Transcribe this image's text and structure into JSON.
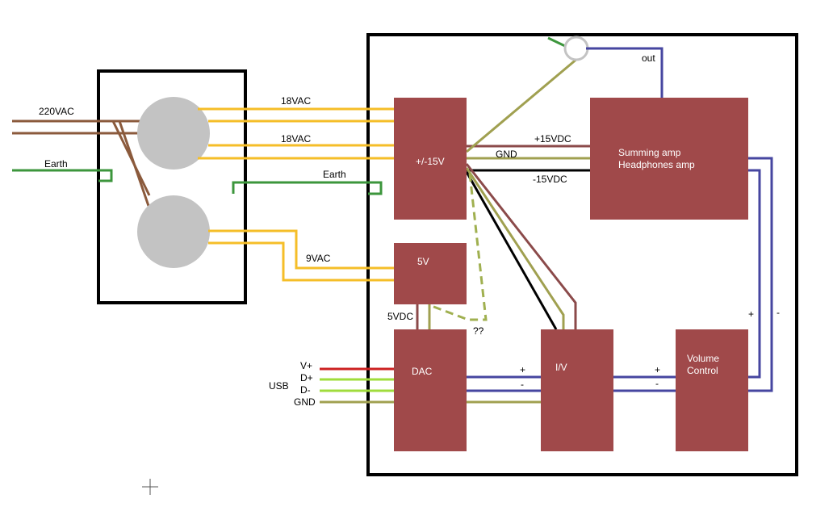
{
  "colors": {
    "background": "#ffffff",
    "block_fill": "#a0494a",
    "transformer_fill": "#c3c3c3",
    "ac_secondary_wire": "#f5be28",
    "mains_wire": "#8b5a3c",
    "earth_wire": "#3c963c",
    "signal_wire": "#4646a0",
    "gnd_wire": "#a0a050",
    "neg_rail_wire": "#000000",
    "usb_vplus_wire": "#cc2020",
    "usb_data_wire": "#a0dc3c",
    "dashed_wire": "#a0b050",
    "enclosure_stroke": "#000000"
  },
  "labels": {
    "mains": "220VAC",
    "earth_left": "Earth",
    "earth_right": "Earth",
    "secondary_1": "18VAC",
    "secondary_2": "18VAC",
    "secondary_3": "9VAC",
    "pos_rail": "+15VDC",
    "gnd": "GND",
    "neg_rail": "-15VDC",
    "out": "out",
    "five_vdc": "5VDC",
    "unknown": "??",
    "usb": "USB",
    "usb_vplus": "V+",
    "usb_dplus": "D+",
    "usb_dminus": "D-",
    "usb_gnd": "GND",
    "dac_iv_plus": "+",
    "dac_iv_minus": "-",
    "iv_vol_plus": "+",
    "iv_vol_minus": "-",
    "vol_amp_plus": "+",
    "vol_amp_minus": "-"
  },
  "blocks": {
    "psu_15v": "+/-15V",
    "psu_5v": "5V",
    "amp_line1": "Summing amp",
    "amp_line2": "Headphones amp",
    "dac": "DAC",
    "iv": "I/V",
    "vol_line1": "Volume",
    "vol_line2": "Control"
  }
}
